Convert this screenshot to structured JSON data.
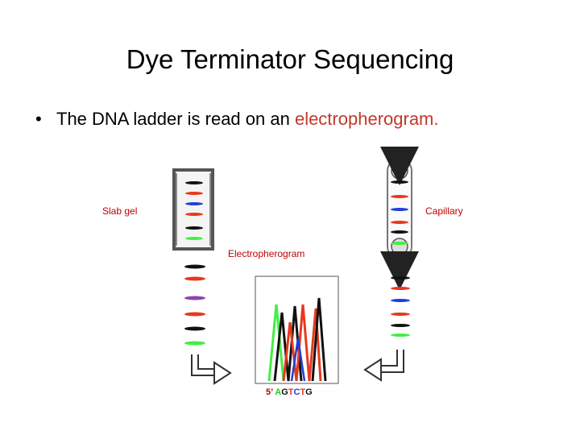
{
  "title": "Dye Terminator Sequencing",
  "bullet": {
    "prefix": "The DNA ladder is read on an ",
    "highlight": "electropherogram."
  },
  "labels": {
    "slab_gel": "Slab gel",
    "capillary": "Capillary",
    "electropherogram": "Electropherogram"
  },
  "sequence": {
    "prefix": "5’",
    "bases": [
      {
        "base": "A",
        "color": "#22cc22"
      },
      {
        "base": "G",
        "color": "#111111"
      },
      {
        "base": "T",
        "color": "#e8381c"
      },
      {
        "base": "C",
        "color": "#1f3fd6"
      },
      {
        "base": "T",
        "color": "#e8381c"
      },
      {
        "base": "G",
        "color": "#111111"
      }
    ],
    "prefix_color": "#c00000"
  },
  "colors": {
    "black": "#111111",
    "red": "#e8381c",
    "blue": "#1f3fd6",
    "green": "#44ee44",
    "purple": "#8e44ad",
    "gel_frame": "#555555",
    "capillary_frame": "#777777"
  }
}
